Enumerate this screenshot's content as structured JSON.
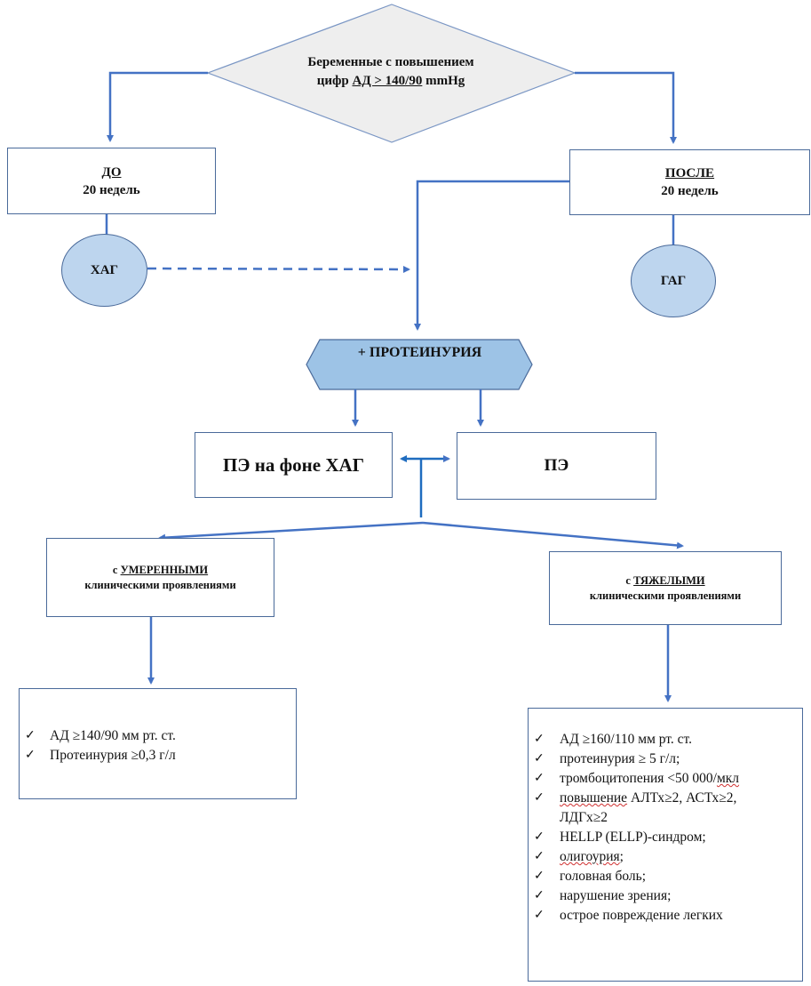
{
  "colors": {
    "line": "#4472c4",
    "box_border": "#4a6a9a",
    "diamond_fill": "#eeeeee",
    "ellipse_fill": "#bdd5ee",
    "hexagon_fill": "#9dc3e6",
    "spellcheck_underline": "#d03030"
  },
  "start": {
    "line1": "Беременные с повышением",
    "line2_prefix": "цифр ",
    "line2_underlined": "АД > 140/90",
    "line2_suffix": " mmHg"
  },
  "before": {
    "title": "ДО",
    "subtitle": "20 недель",
    "result": "ХАГ"
  },
  "after": {
    "title": "ПОСЛЕ",
    "subtitle": "20 недель",
    "result": "ГАГ"
  },
  "proteinuria": {
    "label": "+ ПРОТЕИНУРИЯ"
  },
  "outcomes": {
    "pe_on_hag": "ПЭ на фоне ХАГ",
    "pe": "ПЭ"
  },
  "moderate": {
    "prefix": "с ",
    "emphasis": "УМЕРЕННЫМИ",
    "line2": "клиническими проявлениями",
    "criteria": [
      {
        "icon": "check-icon",
        "text": "АД ≥140/90 мм рт. ст."
      },
      {
        "icon": "check-icon",
        "text": "Протеинурия ≥0,3 г/л"
      }
    ]
  },
  "severe": {
    "prefix": "с ",
    "emphasis": "ТЯЖЕЛЫМИ",
    "line2": "клиническими проявлениями",
    "criteria": [
      {
        "icon": "check-icon",
        "text": "АД ≥160/110 мм рт. ст."
      },
      {
        "icon": "check-icon",
        "text": "протеинурия ≥ 5 г/л;"
      },
      {
        "icon": "check-icon",
        "text_prefix": "тромбоцитопения <50 000/",
        "text_squiggle": "мкл"
      },
      {
        "icon": "check-icon",
        "text_squiggle": "повышение",
        "text_suffix": " АЛТх≥2,  АСТх≥2,",
        "text_line2": "ЛДГх≥2"
      },
      {
        "icon": "check-icon",
        "text": "HELLP (ELLP)-синдром;"
      },
      {
        "icon": "check-icon",
        "text_squiggle": "олигоурия",
        "text_suffix": ";"
      },
      {
        "icon": "check-icon",
        "text": "головная боль;"
      },
      {
        "icon": "check-icon",
        "text": "нарушение зрения;"
      },
      {
        "icon": "check-icon",
        "text": "острое повреждение легких"
      }
    ]
  },
  "check_glyph": "✓"
}
